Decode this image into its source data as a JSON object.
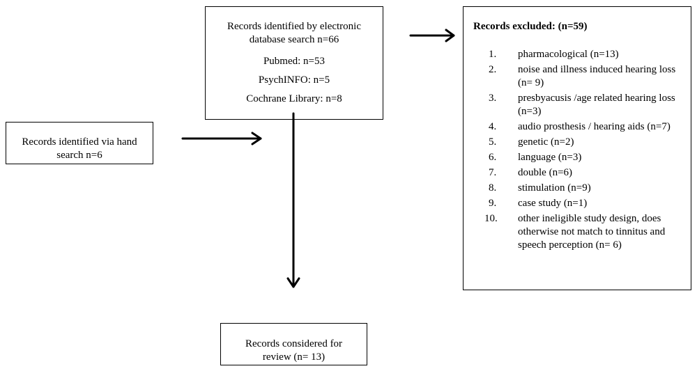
{
  "database_box": {
    "title_line1": "Records identified by electronic",
    "title_line2": "database search n=66",
    "pubmed": "Pubmed: n=53",
    "psychinfo": "PsychINFO: n=5",
    "cochrane": "Cochrane Library: n=8"
  },
  "hand_search_box": {
    "text": "Records identified via hand search n=6"
  },
  "review_box": {
    "text": "Records considered for review (n= 13)"
  },
  "excluded_box": {
    "heading": "Records excluded: (n=59)",
    "items": [
      {
        "num": "1.",
        "text": "pharmacological (n=13)"
      },
      {
        "num": "2.",
        "text": "noise and illness induced hearing loss (n= 9)"
      },
      {
        "num": "3.",
        "text": "presbyacusis /age related hearing loss (n=3)"
      },
      {
        "num": "4.",
        "text": "audio prosthesis / hearing aids (n=7)"
      },
      {
        "num": "5.",
        "text": "genetic (n=2)"
      },
      {
        "num": "6.",
        "text": "language (n=3)"
      },
      {
        "num": "7.",
        "text": "double (n=6)"
      },
      {
        "num": "8.",
        "text": "stimulation  (n=9)"
      },
      {
        "num": "9.",
        "text": "case study (n=1)"
      },
      {
        "num": "10.",
        "text": "other ineligible study design, does otherwise not match to tinnitus and speech perception (n= 6)"
      }
    ]
  }
}
